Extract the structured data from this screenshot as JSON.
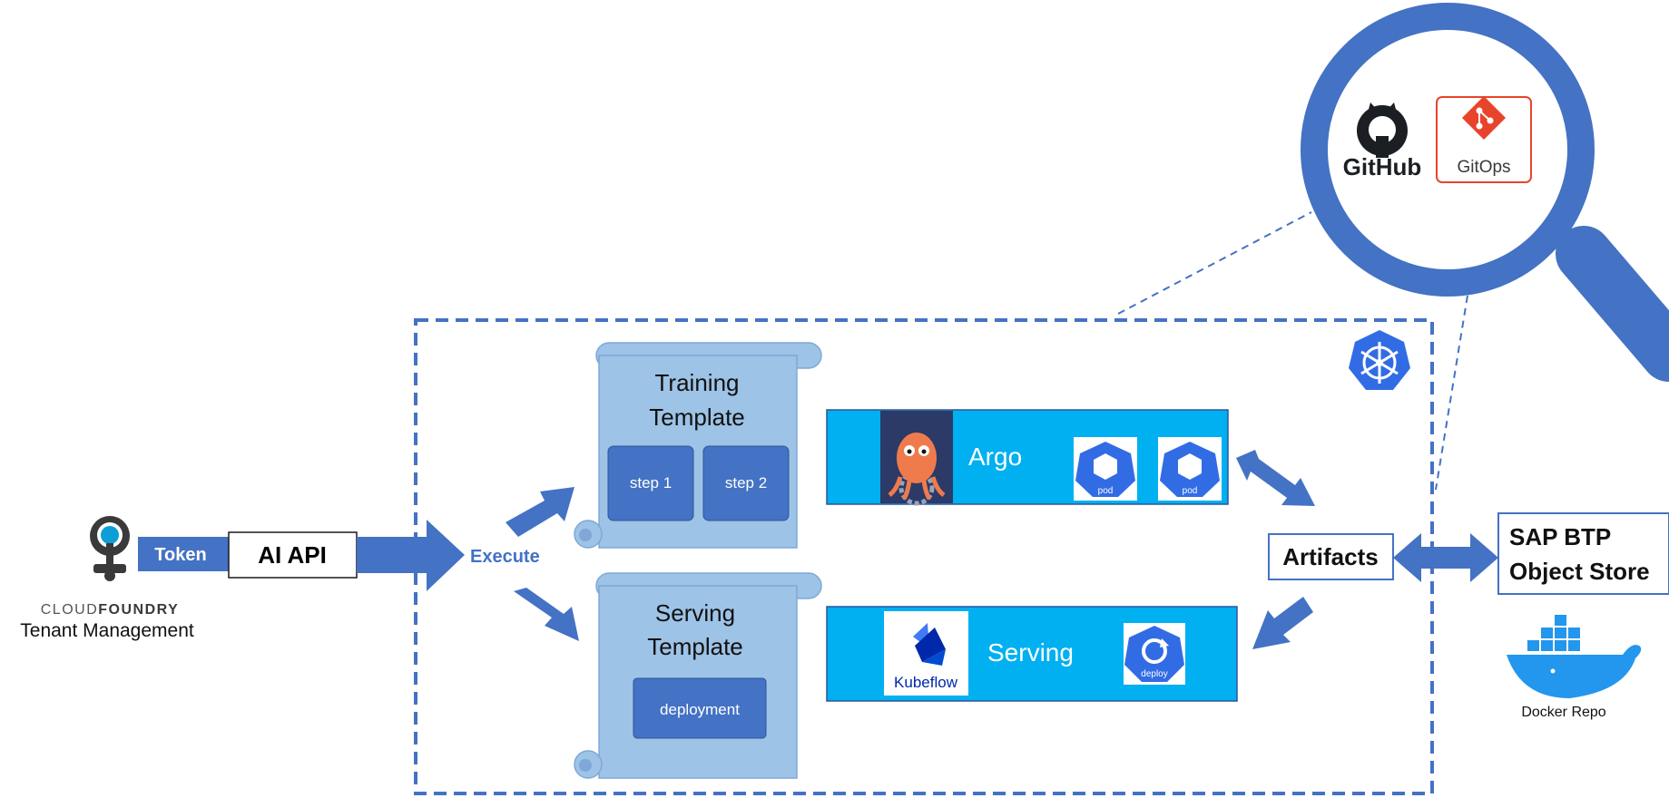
{
  "cloudfoundry": {
    "brand_light": "CLOUD",
    "brand_bold": "FOUNDRY",
    "caption": "Tenant Management"
  },
  "token_label": "Token",
  "ai_api_label": "AI API",
  "execute_label": "Execute",
  "training_template": {
    "title_line1": "Training",
    "title_line2": "Template",
    "step1": "step 1",
    "step2": "step 2"
  },
  "serving_template": {
    "title_line1": "Serving",
    "title_line2": "Template",
    "deployment": "deployment"
  },
  "argo_bar": {
    "label": "Argo",
    "pod1": "pod",
    "pod2": "pod"
  },
  "serving_bar": {
    "label": "Serving",
    "kubeflow_logo": "Kubeflow",
    "deploy_icon": "deploy"
  },
  "artifacts_label": "Artifacts",
  "object_store": {
    "line1": "SAP BTP",
    "line2": "Object Store"
  },
  "docker_caption": "Docker Repo",
  "magnifier": {
    "github_label": "GitHub",
    "gitops_label": "GitOps"
  },
  "colors": {
    "primary_blue": "#4472C4",
    "scroll_fill": "#9DC3E6",
    "cyan_bar": "#00B0F0",
    "gitops_red": "#E8442C",
    "argo_orange": "#EF7B4D"
  }
}
